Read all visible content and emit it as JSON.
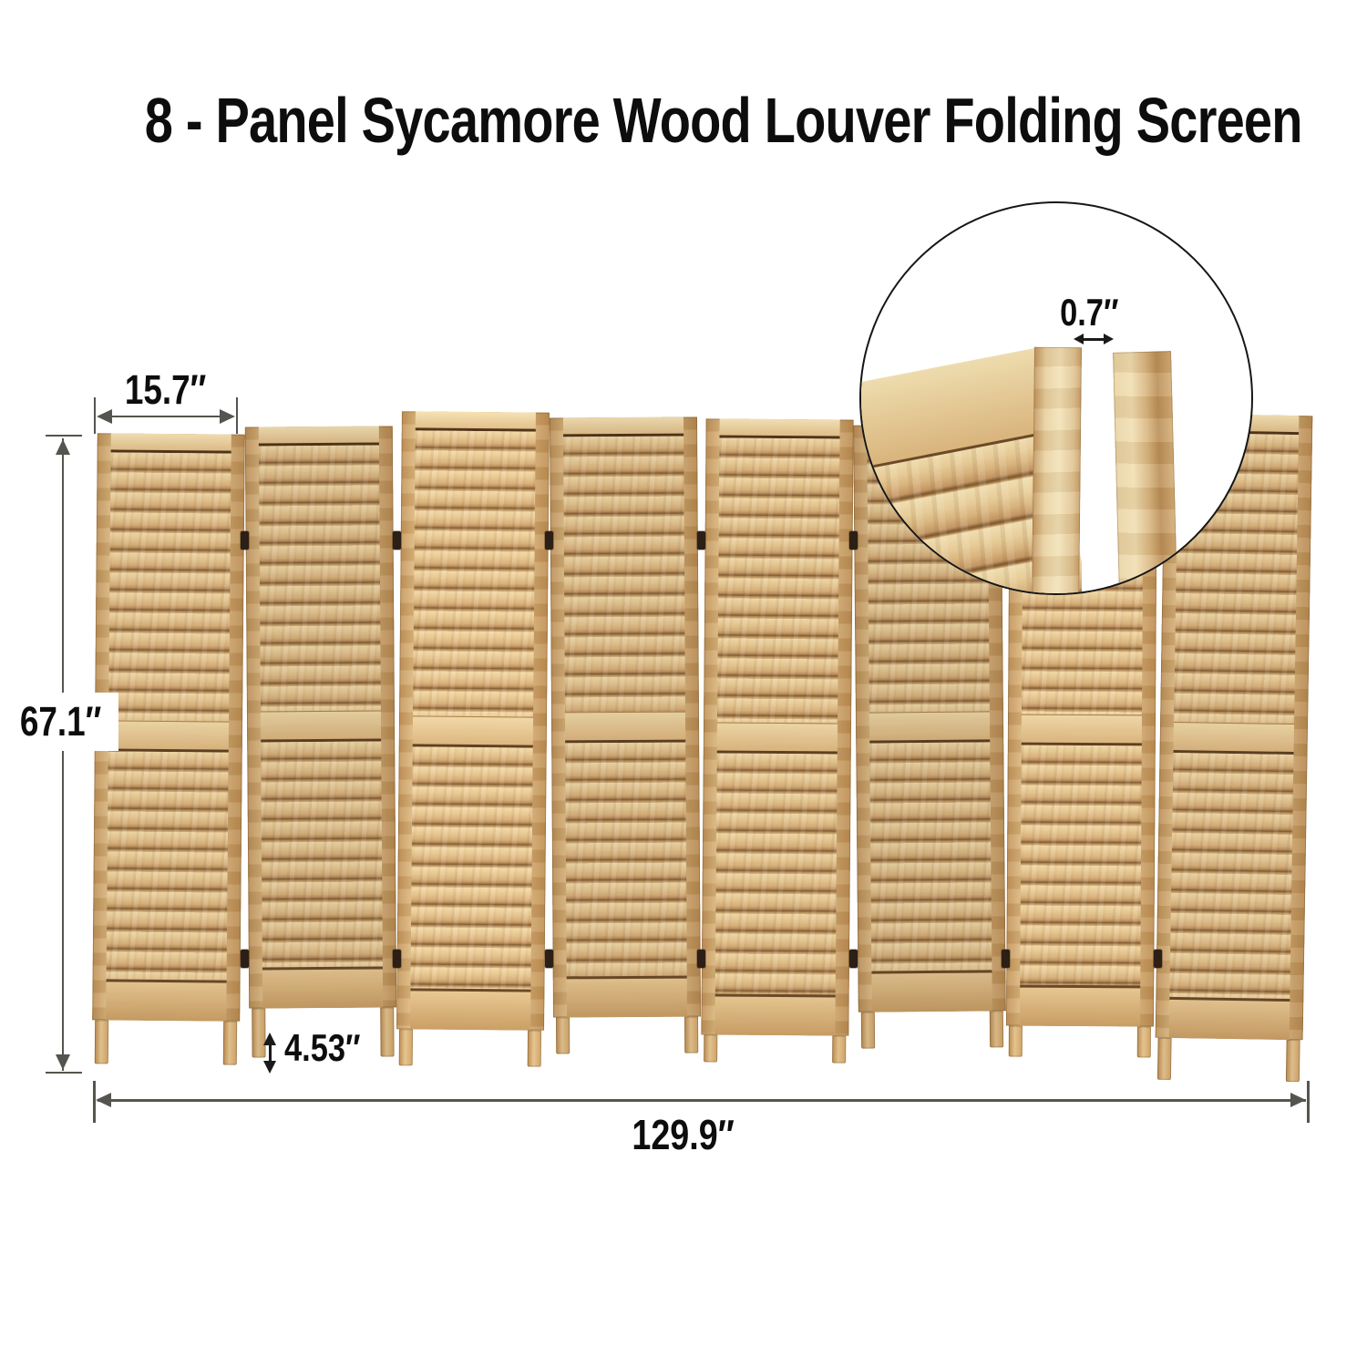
{
  "title": "8 - Panel Sycamore Wood Louver Folding Screen",
  "product": {
    "name": "8 - Panel Sycamore Wood Louver Folding Screen",
    "panel_count": 8
  },
  "dimensions": {
    "panel_width_label": "15.7″",
    "screen_height_label": "67.1″",
    "leg_height_label": "4.53″",
    "total_width_label": "129.9″",
    "panel_gap_label": "0.7″"
  },
  "colors": {
    "background": "#ffffff",
    "text": "#0d0d0d",
    "dimension_line": "#55544e",
    "wood_light": "#ecd4a4",
    "wood_mid": "#d9b98c",
    "wood_dark": "#7f5c36",
    "hinge": "#2c1f15",
    "detail_circle_border": "#161616"
  }
}
